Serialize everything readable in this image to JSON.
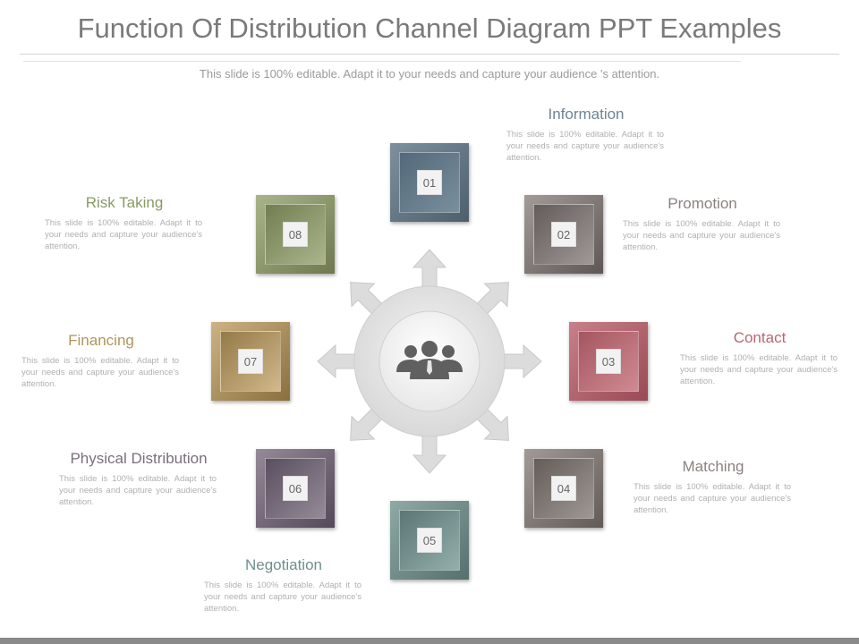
{
  "slide": {
    "title": "Function Of Distribution Channel Diagram PPT Examples",
    "subtitle": "This slide is 100% editable. Adapt it to your needs and capture your  audience 's attention."
  },
  "hub": {
    "icon": "people-group-icon"
  },
  "items": [
    {
      "number": "01",
      "heading": "Information",
      "description": "This slide is 100% editable. Adapt it to your needs and capture your audience's attention.",
      "color": "#5f7282",
      "heading_color": "#6f8496"
    },
    {
      "number": "02",
      "heading": "Promotion",
      "description": "This slide is 100% editable. Adapt it to your needs and capture your audience's attention.",
      "color": "#7a7270",
      "heading_color": "#8a8280"
    },
    {
      "number": "03",
      "heading": "Contact",
      "description": "This slide is 100% editable. Adapt it to your needs and capture your audience's attention.",
      "color": "#b4646c",
      "heading_color": "#b86670"
    },
    {
      "number": "04",
      "heading": "Matching",
      "description": "This slide is 100% editable. Adapt it to your needs and capture your audience's attention.",
      "color": "#7e7672",
      "heading_color": "#8a8280"
    },
    {
      "number": "05",
      "heading": "Negotiation",
      "description": "This slide is 100% editable. Adapt it to your needs and capture your audience's attention.",
      "color": "#6e8a88",
      "heading_color": "#6f8f8c"
    },
    {
      "number": "06",
      "heading": "Physical Distribution",
      "description": "This slide is 100% editable. Adapt it to your needs and capture your audience's attention.",
      "color": "#6e6370",
      "heading_color": "#7a6e7c"
    },
    {
      "number": "07",
      "heading": "Financing",
      "description": "This slide is 100% editable. Adapt it to your needs and capture your audience's attention.",
      "color": "#a9905e",
      "heading_color": "#b0955c"
    },
    {
      "number": "08",
      "heading": "Risk Taking",
      "description": "This slide is 100% editable. Adapt it to your needs and capture your audience's attention.",
      "color": "#8a976a",
      "heading_color": "#8a9a66"
    }
  ]
}
